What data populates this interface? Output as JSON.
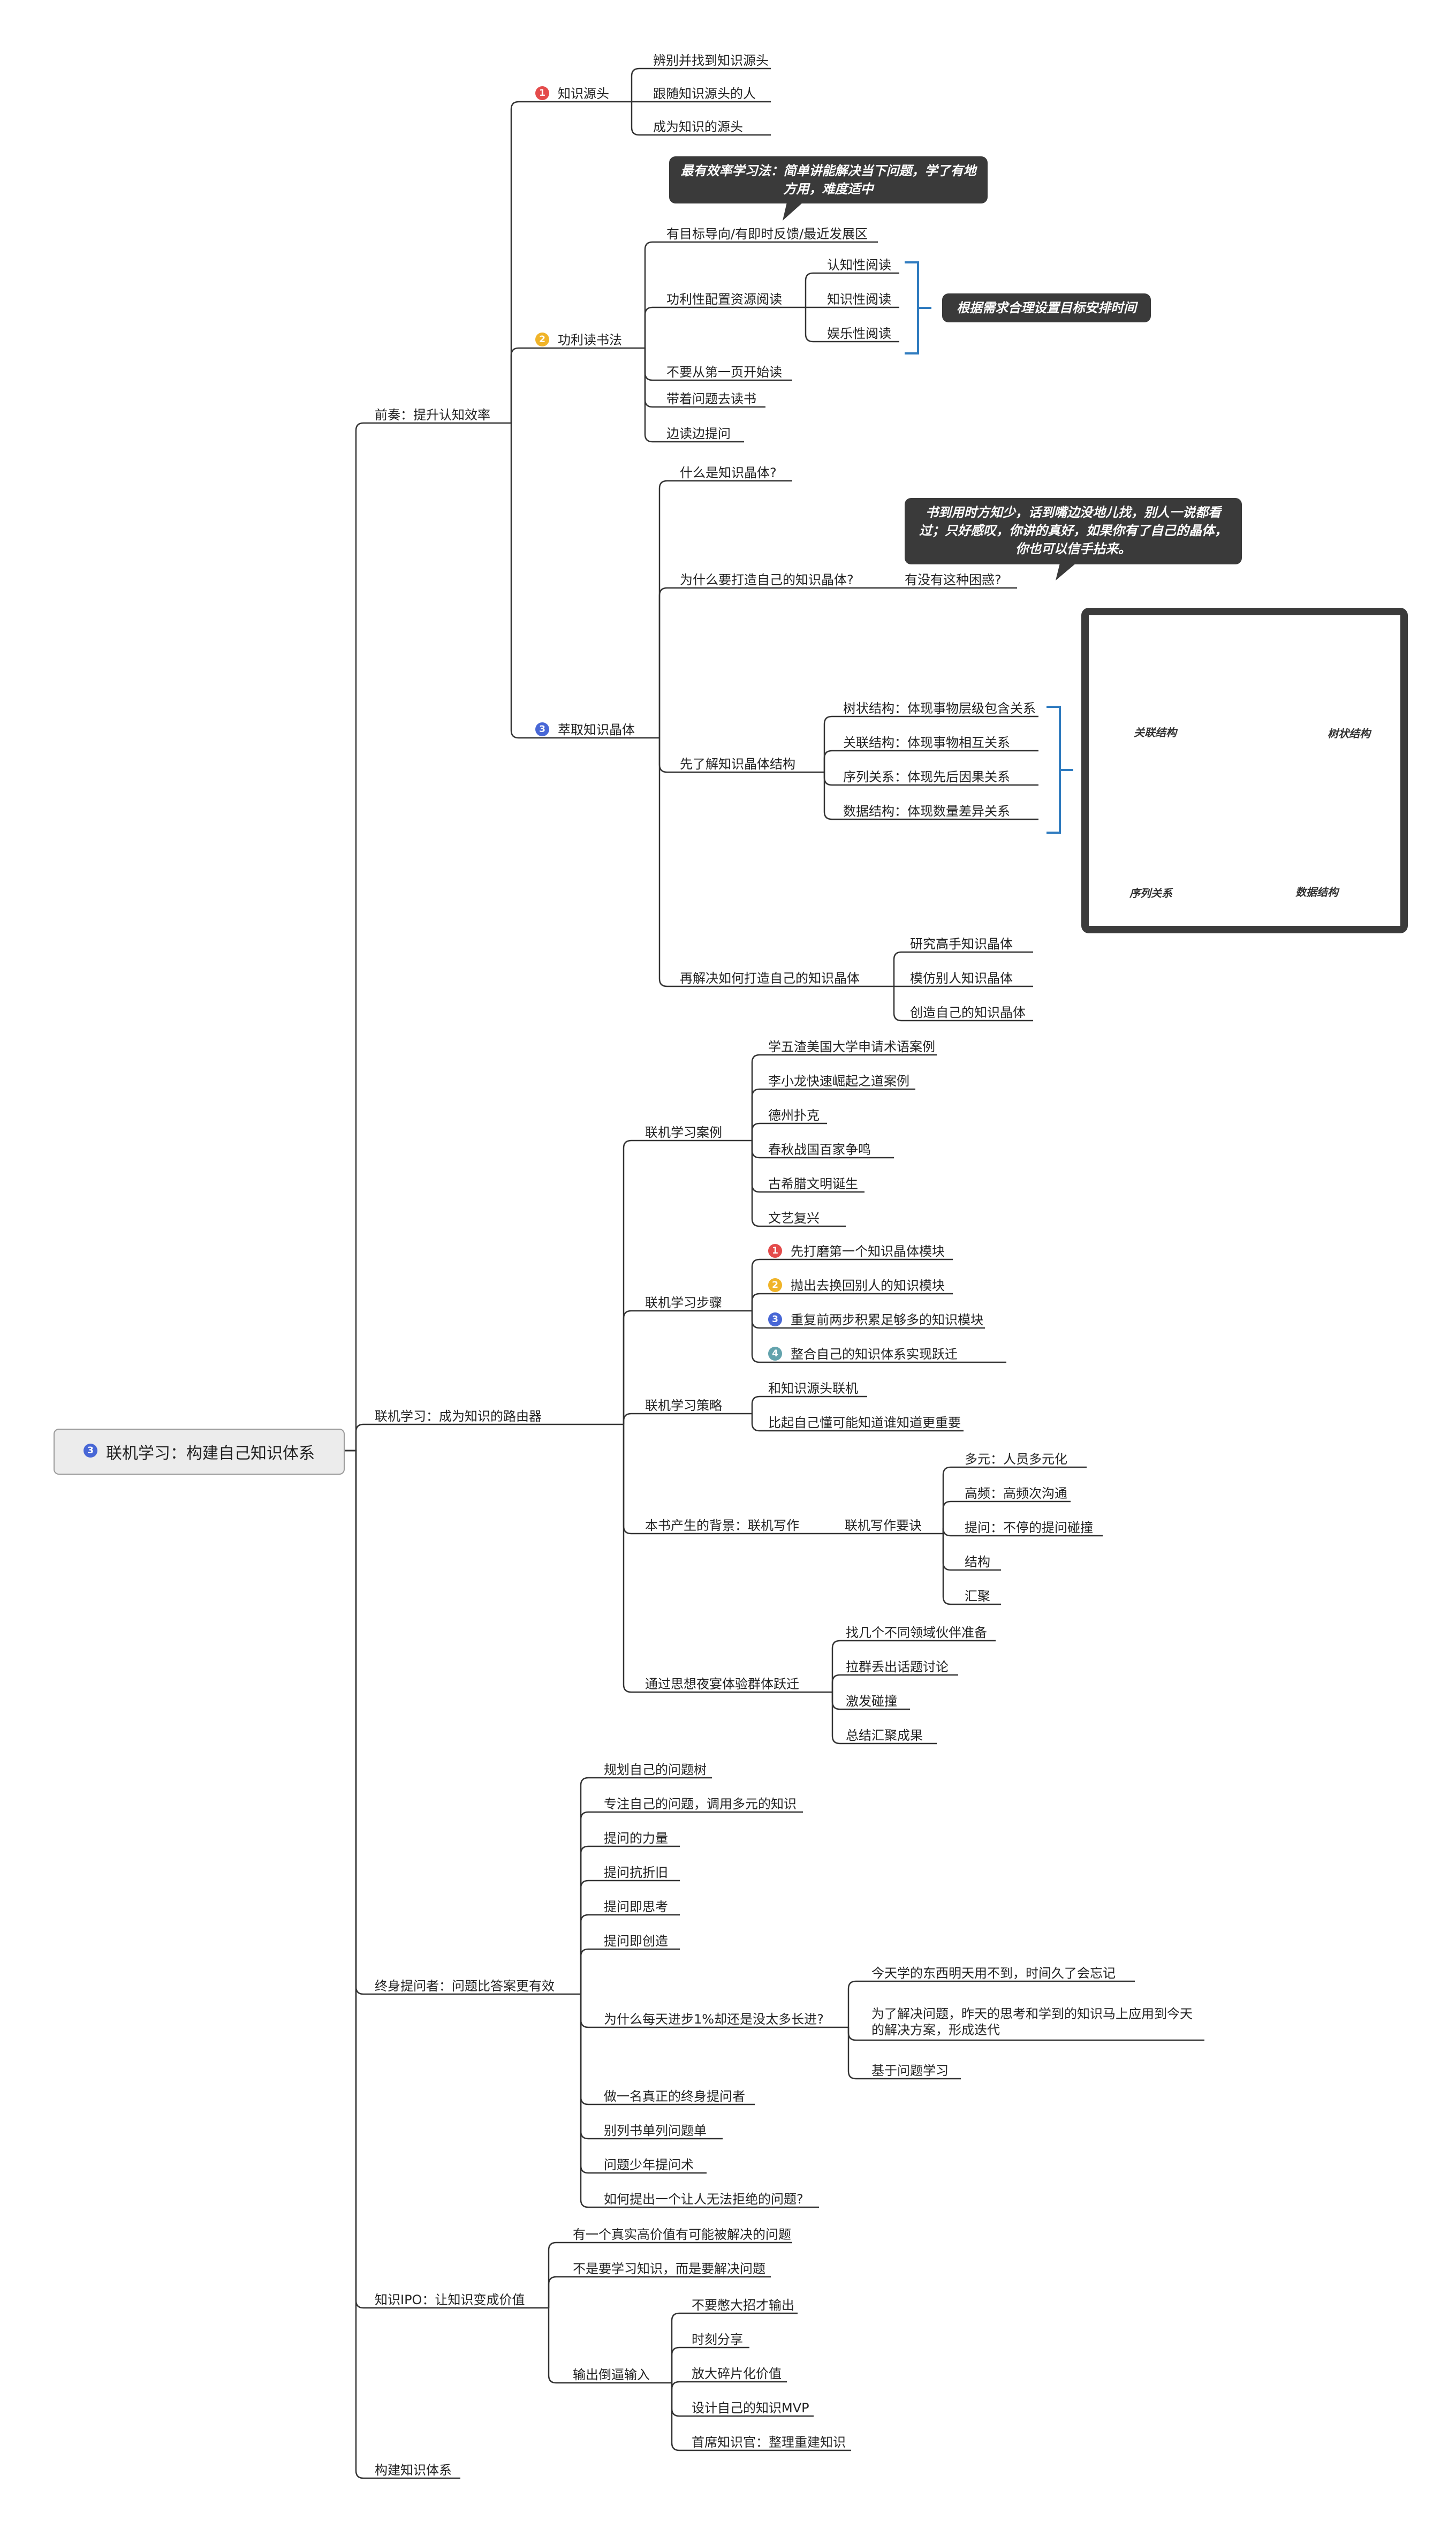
{
  "root": {
    "label": "联机学习：构建自己知识体系",
    "badge": "3"
  },
  "prelude": {
    "label": "前奏：提升认知效率",
    "source": {
      "label": "知识源头",
      "badge": "1",
      "items": [
        "辨别并找到知识源头",
        "跟随知识源头的人",
        "成为知识的源头"
      ]
    },
    "utility": {
      "label": "功利读书法",
      "badge": "2",
      "callout": "最有效率学习法：简单讲能解决当下问题，学了有地方用，难度适中",
      "items": [
        "有目标导向/有即时反馈/最近发展区",
        "功利性配置资源阅读",
        "不要从第一页开始读",
        "带着问题去读书",
        "边读边提问"
      ],
      "reading": [
        "认知性阅读",
        "知识性阅读",
        "娱乐性阅读"
      ],
      "reading_note": "根据需求合理设置目标安排时间"
    },
    "crystal": {
      "label": "萃取知识晶体",
      "badge": "3",
      "what": "什么是知识晶体?",
      "why": "为什么要打造自己的知识晶体?",
      "why_child": "有没有这种困惑?",
      "why_callout": "书到用时方知少，话到嘴边没地儿找，别人一说都看过；只好感叹，你讲的真好，如果你有了自己的晶体，你也可以信手拈来。",
      "structures_label": "先了解知识晶体结构",
      "structures": [
        "树状结构：体现事物层级包含关系",
        "关联结构：体现事物相互关系",
        "序列关系：体现先后因果关系",
        "数据结构：体现数量差异关系"
      ],
      "image_labels": [
        "关联结构",
        "树状结构",
        "序列关系",
        "数据结构"
      ],
      "build_label": "再解决如何打造自己的知识晶体",
      "build": [
        "研究高手知识晶体",
        "模仿别人知识晶体",
        "创造自己的知识晶体"
      ]
    }
  },
  "online": {
    "label": "联机学习：成为知识的路由器",
    "cases_label": "联机学习案例",
    "cases": [
      "学五渣美国大学申请术语案例",
      "李小龙快速崛起之道案例",
      "德州扑克",
      "春秋战国百家争鸣",
      "古希腊文明诞生",
      "文艺复兴"
    ],
    "steps_label": "联机学习步骤",
    "steps": [
      {
        "badge": "1",
        "text": "先打磨第一个知识晶体模块"
      },
      {
        "badge": "2",
        "text": "抛出去换回别人的知识模块"
      },
      {
        "badge": "3",
        "text": "重复前两步积累足够多的知识模块"
      },
      {
        "badge": "4",
        "text": "整合自己的知识体系实现跃迁"
      }
    ],
    "strategy_label": "联机学习策略",
    "strategy": [
      "和知识源头联机",
      "比起自己懂可能知道谁知道更重要"
    ],
    "background_label": "本书产生的背景：联机写作",
    "tips_label": "联机写作要诀",
    "tips": [
      "多元：人员多元化",
      "高频：高频次沟通",
      "提问：不停的提问碰撞",
      "结构",
      "汇聚"
    ],
    "night_label": "通过思想夜宴体验群体跃迁",
    "night": [
      "找几个不同领域伙伴准备",
      "拉群丢出话题讨论",
      "激发碰撞",
      "总结汇聚成果"
    ]
  },
  "questioner": {
    "label": "终身提问者：问题比答案更有效",
    "items": [
      "规划自己的问题树",
      "专注自己的问题，调用多元的知识",
      "提问的力量",
      "提问抗折旧",
      "提问即思考",
      "提问即创造",
      "为什么每天进步1%却还是没太多长进?",
      "做一名真正的终身提问者",
      "别列书单列问题单",
      "问题少年提问术",
      "如何提出一个让人无法拒绝的问题?"
    ],
    "progress": [
      "今天学的东西明天用不到，时间久了会忘记",
      "为了解决问题，昨天的思考和学到的知识马上应用到今天的解决方案，形成迭代",
      "基于问题学习"
    ]
  },
  "ipo": {
    "label": "知识IPO：让知识变成价值",
    "items": [
      "有一个真实高价值有可能被解决的问题",
      "不是要学习知识，而是要解决问题",
      "输出倒逼输入"
    ],
    "output": [
      "不要憋大招才输出",
      "时刻分享",
      "放大碎片化价值",
      "设计自己的知识MVP",
      "首席知识官：整理重建知识"
    ]
  },
  "build": {
    "label": "构建知识体系"
  }
}
